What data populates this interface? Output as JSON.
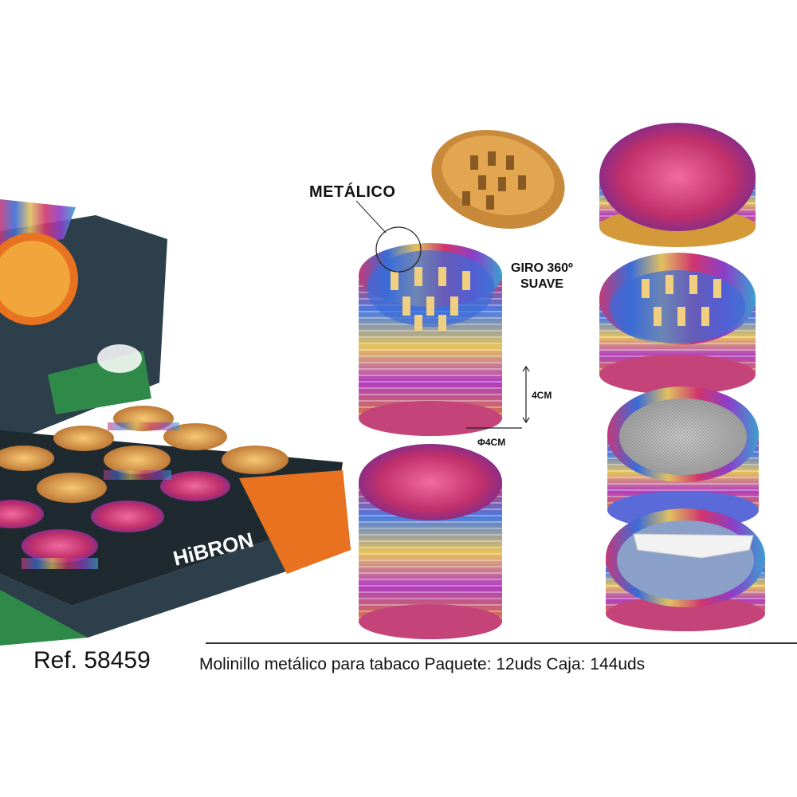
{
  "callouts": {
    "material": "METÁLICO",
    "rotation_line1": "GIRO 360º",
    "rotation_line2": "SUAVE",
    "height": "4CM",
    "diameter": "Φ4CM"
  },
  "box": {
    "brand": "HiBRON"
  },
  "caption": {
    "ref": "Ref. 58459",
    "description": "Molinillo metálico para tabaco  Paquete: 12uds  Caja: 144uds"
  },
  "colors": {
    "background": "#ffffff",
    "box_dark": "#2c3f4a",
    "box_orange": "#e8721f",
    "box_green": "#2f8a4a",
    "iridescent_pink": "#d0356e",
    "iridescent_blue": "#3a6cd8",
    "iridescent_gold": "#d9a23a",
    "iridescent_purple": "#8b3fc9"
  }
}
